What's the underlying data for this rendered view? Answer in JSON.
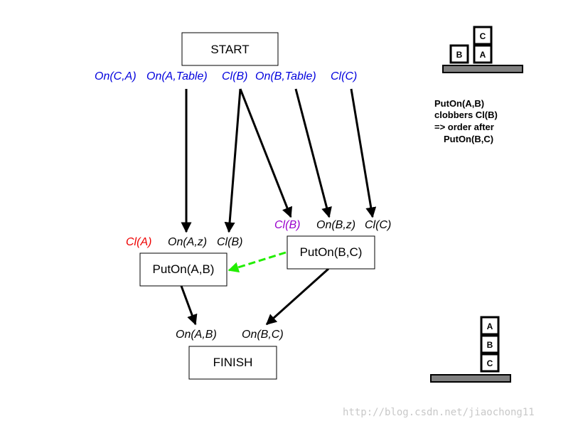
{
  "nodes": {
    "start": "START",
    "putonab": "PutOn(A,B)",
    "putonbc": "PutOn(B,C)",
    "finish": "FINISH"
  },
  "start_effects": [
    "On(C,A)",
    "On(A,Table)",
    "Cl(B)",
    "On(B,Table)",
    "Cl(C)"
  ],
  "putonab_preconditions": [
    "Cl(A)",
    "On(A,z)",
    "Cl(B)"
  ],
  "putonbc_preconditions": [
    "Cl(B)",
    "On(B,z)",
    "Cl(C)"
  ],
  "finish_preconditions": [
    "On(A,B)",
    "On(B,C)"
  ],
  "note": [
    "PutOn(A,B)",
    "clobbers Cl(B)",
    "=> order after",
    "PutOn(B,C)"
  ],
  "initial_state_blocks": [
    "B",
    "C",
    "A"
  ],
  "goal_state_blocks": [
    "A",
    "B",
    "C"
  ],
  "watermark": "http://blog.csdn.net/jiaochong11",
  "colors": {
    "start_effects": "#0000dd",
    "unachieved_precondition": "#ee0000",
    "threatened_precondition": "#9900cc",
    "ordering_link": "#22ee00",
    "table": "#808080"
  }
}
